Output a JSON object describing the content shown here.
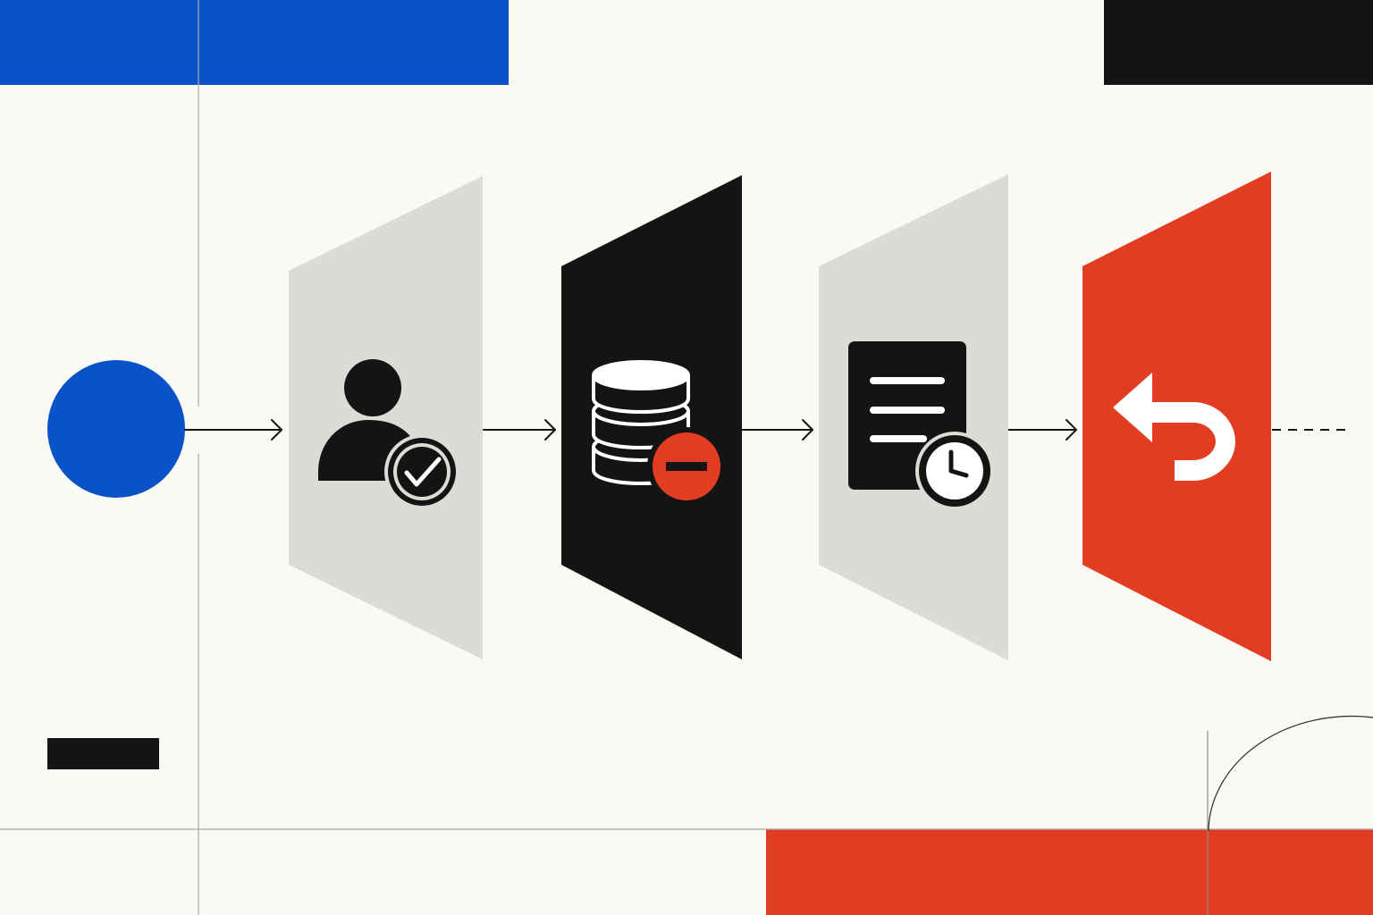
{
  "colors": {
    "background": "#FAF9F3",
    "blue": "#0A52C7",
    "black": "#141414",
    "gray_panel": "#DCDCD7",
    "red": "#E23D22",
    "white": "#FFFFFF",
    "rule_line": "#A8A8A8"
  },
  "flow": {
    "start_node": {
      "shape": "circle",
      "color": "blue"
    },
    "steps": [
      {
        "panel_color": "gray_panel",
        "icon": "user-check-icon"
      },
      {
        "panel_color": "black",
        "icon": "database-remove-icon"
      },
      {
        "panel_color": "gray_panel",
        "icon": "document-clock-icon"
      },
      {
        "panel_color": "red",
        "icon": "undo-arrow-icon"
      }
    ],
    "connector": "arrow",
    "end": "dashed-line"
  }
}
